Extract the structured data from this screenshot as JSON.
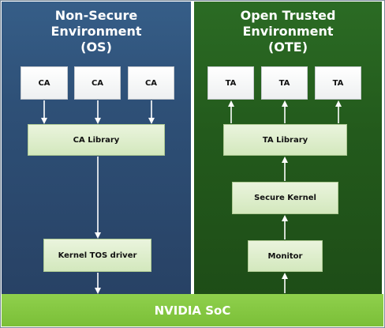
{
  "non_secure": {
    "title_lines": [
      "Non-Secure",
      "Environment",
      "(OS)"
    ],
    "apps": [
      "CA",
      "CA",
      "CA"
    ],
    "library": "CA Library",
    "driver": "Kernel TOS driver"
  },
  "trusted": {
    "title_lines": [
      "Open Trusted",
      "Environment",
      "(OTE)"
    ],
    "apps": [
      "TA",
      "TA",
      "TA"
    ],
    "library": "TA Library",
    "kernel": "Secure Kernel",
    "monitor": "Monitor"
  },
  "soc": {
    "label": "NVIDIA SoC"
  },
  "colors": {
    "non_secure_bg": "#2e5077",
    "trusted_bg": "#235a1c",
    "soc_bg": "#86c943",
    "box_green": "#dcedc8"
  }
}
